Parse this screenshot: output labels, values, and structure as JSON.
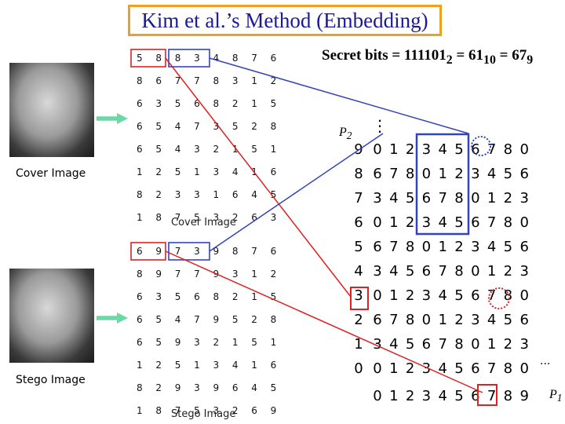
{
  "title": "Kim et al.’s Method (Embedding)",
  "labels": {
    "cover_image": "Cover Image",
    "stego_image": "Stego Image",
    "cover_caption": "Cover Image",
    "stego_caption": "Stego Image"
  },
  "secret_bits": "Secret bits = 111101",
  "secret_sub_base2": "2",
  "secret_eq1": " = 61",
  "secret_sub_base10": "10",
  "secret_eq2": " = 67",
  "secret_sub_base9": "9",
  "cover_matrix": [
    [
      "5",
      "8",
      "8",
      "3",
      "4",
      "8",
      "7",
      "6"
    ],
    [
      "8",
      "6",
      "7",
      "7",
      "8",
      "3",
      "1",
      "2"
    ],
    [
      "6",
      "3",
      "5",
      "6",
      "8",
      "2",
      "1",
      "5"
    ],
    [
      "6",
      "5",
      "4",
      "7",
      "3",
      "5",
      "2",
      "8"
    ],
    [
      "6",
      "5",
      "4",
      "3",
      "2",
      "1",
      "5",
      "1"
    ],
    [
      "1",
      "2",
      "5",
      "1",
      "3",
      "4",
      "1",
      "6"
    ],
    [
      "8",
      "2",
      "3",
      "3",
      "1",
      "6",
      "4",
      "5"
    ],
    [
      "1",
      "8",
      "7",
      "5",
      "3",
      "2",
      "6",
      "3"
    ]
  ],
  "stego_matrix": [
    [
      "6",
      "9",
      "7",
      "3",
      "9",
      "8",
      "7",
      "6"
    ],
    [
      "8",
      "9",
      "7",
      "7",
      "9",
      "3",
      "1",
      "2"
    ],
    [
      "6",
      "3",
      "5",
      "6",
      "8",
      "2",
      "1",
      "5"
    ],
    [
      "6",
      "5",
      "4",
      "7",
      "9",
      "5",
      "2",
      "8"
    ],
    [
      "6",
      "5",
      "9",
      "3",
      "2",
      "1",
      "5",
      "1"
    ],
    [
      "1",
      "2",
      "5",
      "1",
      "3",
      "4",
      "1",
      "6"
    ],
    [
      "8",
      "2",
      "9",
      "3",
      "9",
      "6",
      "4",
      "5"
    ],
    [
      "1",
      "8",
      "7",
      "5",
      "3",
      "2",
      "6",
      "9"
    ]
  ],
  "reference_grid": {
    "rows": [
      [
        "0",
        "1",
        "2",
        "3",
        "4",
        "5",
        "6",
        "7",
        "8",
        "0"
      ],
      [
        "6",
        "7",
        "8",
        "0",
        "1",
        "2",
        "3",
        "4",
        "5",
        "6"
      ],
      [
        "3",
        "4",
        "5",
        "6",
        "7",
        "8",
        "0",
        "1",
        "2",
        "3"
      ],
      [
        "0",
        "1",
        "2",
        "3",
        "4",
        "5",
        "6",
        "7",
        "8",
        "0"
      ],
      [
        "6",
        "7",
        "8",
        "0",
        "1",
        "2",
        "3",
        "4",
        "5",
        "6"
      ],
      [
        "3",
        "4",
        "5",
        "6",
        "7",
        "8",
        "0",
        "1",
        "2",
        "3"
      ],
      [
        "0",
        "1",
        "2",
        "3",
        "4",
        "5",
        "6",
        "7",
        "8",
        "0"
      ],
      [
        "6",
        "7",
        "8",
        "0",
        "1",
        "2",
        "3",
        "4",
        "5",
        "6"
      ],
      [
        "3",
        "4",
        "5",
        "6",
        "7",
        "8",
        "0",
        "1",
        "2",
        "3"
      ],
      [
        "0",
        "1",
        "2",
        "3",
        "4",
        "5",
        "6",
        "7",
        "8",
        "0"
      ]
    ],
    "y_labels": [
      "9",
      "8",
      "7",
      "6",
      "5",
      "4",
      "3",
      "2",
      "1",
      "0"
    ],
    "x_labels": [
      "0",
      "1",
      "2",
      "3",
      "4",
      "5",
      "6",
      "7",
      "8",
      "9"
    ],
    "y_axis_name": "P",
    "y_axis_sub": "2",
    "x_axis_name": "P",
    "x_axis_sub": "1",
    "top_ellipsis": "⋮",
    "right_ellipsis": "···"
  },
  "colors": {
    "title_border": "#f0a020",
    "title_text": "#1a1a99",
    "highlight_red": "#dd2222",
    "highlight_blue": "#3344bb",
    "arrow_green": "#6cd8a6"
  }
}
